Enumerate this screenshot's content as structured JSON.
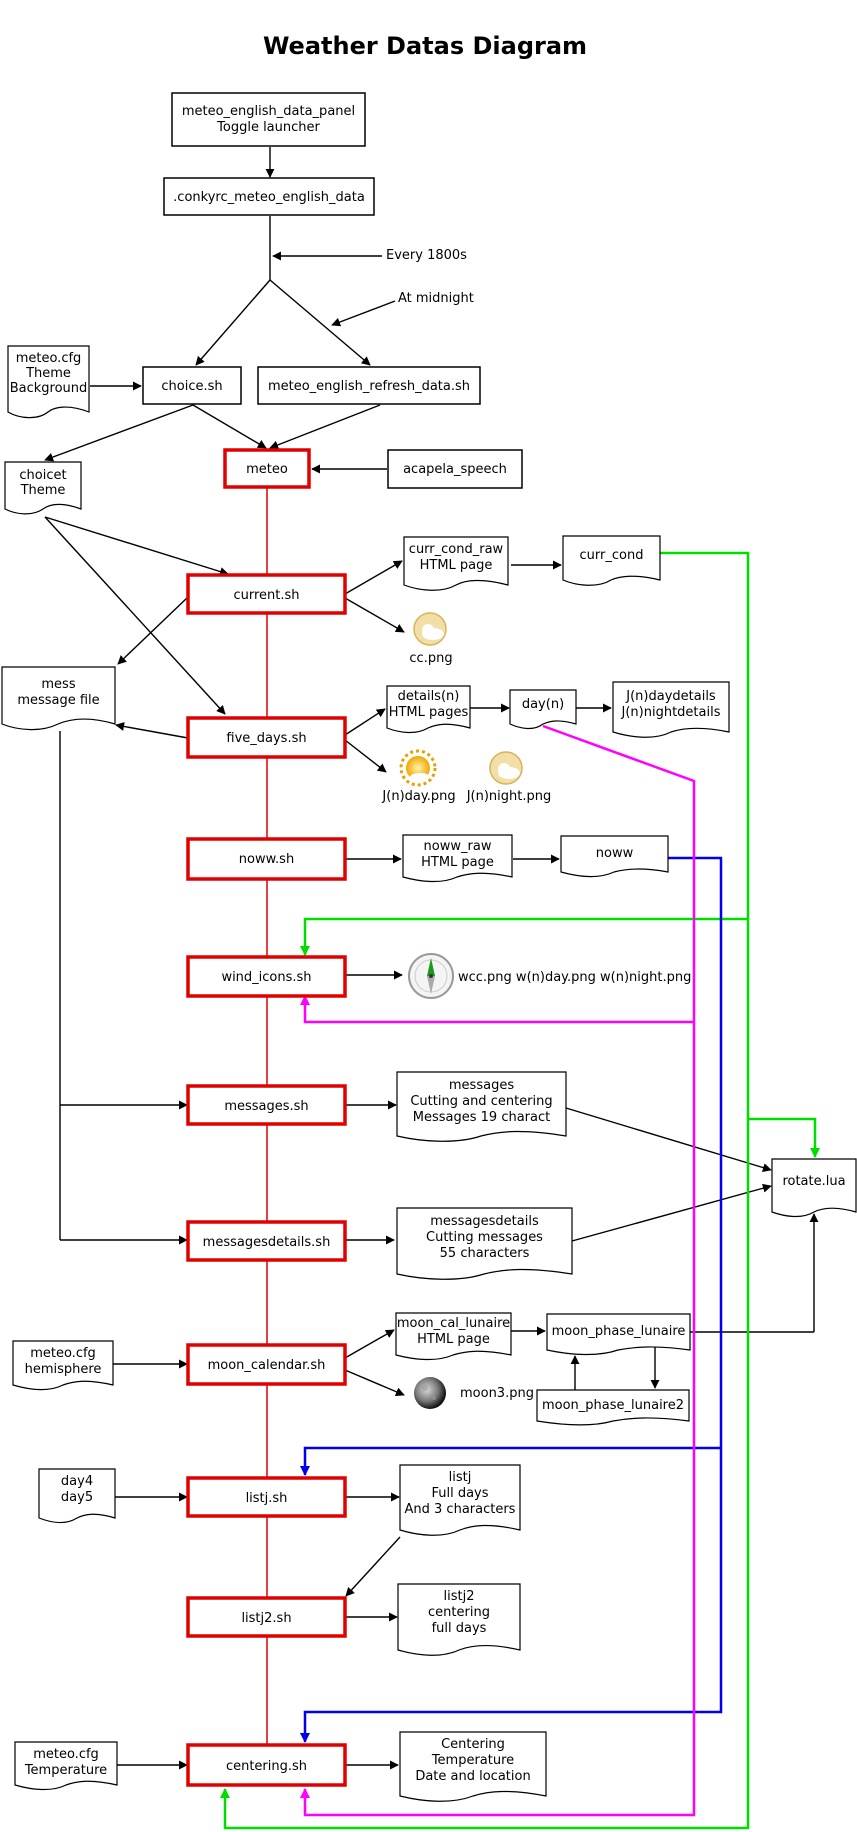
{
  "title": "Weather Datas Diagram",
  "nodes": {
    "launcher": [
      "meteo_english_data_panel",
      "Toggle launcher"
    ],
    "conkyrc": [
      ".conkyrc_meteo_english_data"
    ],
    "every1800": [
      "Every 1800s"
    ],
    "midnight": [
      "At midnight"
    ],
    "cfg_theme": [
      "meteo.cfg",
      "Theme",
      "Background"
    ],
    "choice": [
      "choice.sh"
    ],
    "refresh": [
      "meteo_english_refresh_data.sh"
    ],
    "choicet": [
      "choicet",
      "Theme"
    ],
    "meteo": [
      "meteo"
    ],
    "acapela": [
      "acapela_speech"
    ],
    "current": [
      "current.sh"
    ],
    "ccraw": [
      "curr_cond_raw",
      "HTML page"
    ],
    "currcond": [
      "curr_cond"
    ],
    "ccpng": [
      "cc.png"
    ],
    "mess": [
      "mess",
      "message file"
    ],
    "fivedays": [
      "five_days.sh"
    ],
    "details": [
      "details(n)",
      "HTML pages"
    ],
    "dayn": [
      "day(n)"
    ],
    "jdetails": [
      "J(n)daydetails",
      "J(n)nightdetails"
    ],
    "jday": [
      "J(n)day.png"
    ],
    "jnight": [
      "J(n)night.png"
    ],
    "noww": [
      "noww.sh"
    ],
    "nowwraw": [
      "noww_raw",
      "HTML page"
    ],
    "nowwfile": [
      "noww"
    ],
    "wind": [
      "wind_icons.sh"
    ],
    "windpng": [
      "wcc.png w(n)day.png w(n)night.png"
    ],
    "messages": [
      "messages.sh"
    ],
    "messagesfile": [
      "messages",
      "Cutting and centering",
      "Messages 19 charact"
    ],
    "rotate": [
      "rotate.lua"
    ],
    "mdetails": [
      "messagesdetails.sh"
    ],
    "mdetailsfile": [
      "messagesdetails",
      "Cutting messages",
      "55 characters"
    ],
    "cfg_hemi": [
      "meteo.cfg",
      "hemisphere"
    ],
    "moon": [
      "moon_calendar.sh"
    ],
    "mooncal": [
      "moon_cal_lunaire",
      "HTML page"
    ],
    "moonphase": [
      "moon_phase_lunaire"
    ],
    "moonphase2": [
      "moon_phase_lunaire2"
    ],
    "moon3": [
      "moon3.png"
    ],
    "day45": [
      "day4",
      "day5"
    ],
    "listj": [
      "listj.sh"
    ],
    "listjfile": [
      "listj",
      "Full days",
      "And 3 characters"
    ],
    "listj2": [
      "listj2.sh"
    ],
    "listj2file": [
      "listj2",
      "centering",
      "full days"
    ],
    "cfg_temp": [
      "meteo.cfg",
      "Temperature"
    ],
    "centering": [
      "centering.sh"
    ],
    "centeringfile": [
      "Centering",
      "Temperature",
      "Date and location"
    ]
  }
}
